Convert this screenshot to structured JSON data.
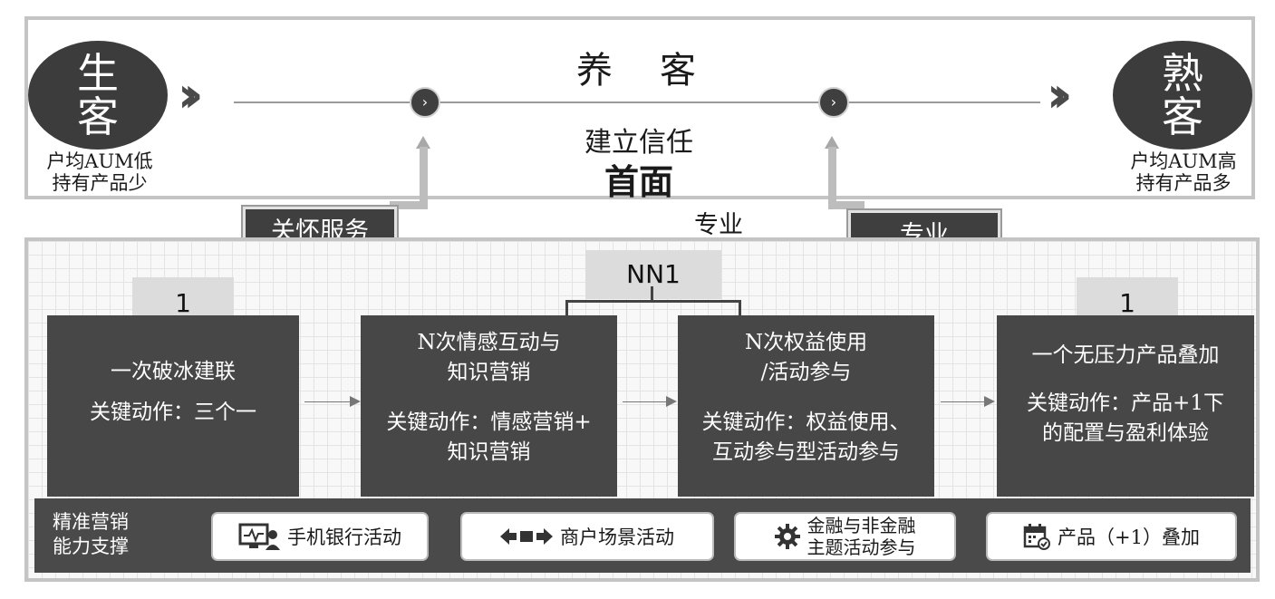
{
  "top": {
    "left_oval": [
      "生",
      "客"
    ],
    "left_sub": [
      "户均AUM低",
      "持有产品少"
    ],
    "right_oval": [
      "熟",
      "客"
    ],
    "right_sub": [
      "户均AUM高",
      "持有产品多"
    ],
    "title": "养　客",
    "center_line1": "建立信任",
    "center_line2": "首面",
    "node_glyph": "›",
    "chevrons": "››"
  },
  "tags": {
    "left": "关怀服务",
    "middle_text": "专业",
    "right": "专业"
  },
  "bracket_label": "NN1",
  "steps": [
    {
      "tab": "1",
      "lines": [
        "一次破冰建联",
        "关键动作：三个一"
      ]
    },
    {
      "tab": "",
      "lines": [
        "N次情感互动与",
        "知识营销",
        "关键动作：情感营销+",
        "知识营销"
      ]
    },
    {
      "tab": "",
      "lines": [
        "N次权益使用",
        "/活动参与",
        "关键动作：权益使用、",
        "互动参与型活动参与"
      ]
    },
    {
      "tab": "1",
      "lines": [
        "一个无压力产品叠加",
        "关键动作：产品+1下",
        "的配置与盈利体验"
      ]
    }
  ],
  "support": {
    "label": [
      "精准营销",
      "能力支撑"
    ],
    "items": [
      {
        "icon": "monitor-person-icon",
        "text": [
          "手机银行活动"
        ]
      },
      {
        "icon": "exchange-arrows-icon",
        "text": [
          "商户场景活动"
        ]
      },
      {
        "icon": "gear-icon",
        "text": [
          "金融与非金融",
          "主题活动参与"
        ]
      },
      {
        "icon": "calendar-check-icon",
        "text": [
          "产品（+1）叠加"
        ]
      }
    ]
  }
}
